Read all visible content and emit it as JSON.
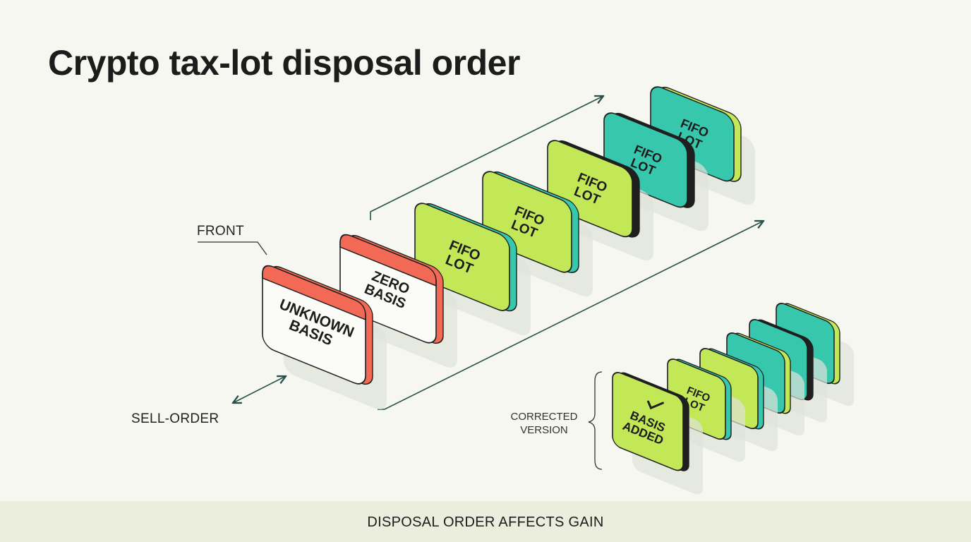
{
  "title": "Crypto tax-lot disposal order",
  "labels": {
    "front": "FRONT",
    "sell_order": "SELL-ORDER",
    "corrected_line1": "CORRECTED",
    "corrected_line2": "VERSION"
  },
  "footer": "DISPOSAL ORDER AFFECTS GAIN",
  "colors": {
    "background": "#f5f7f0",
    "coral": "#f26a55",
    "lime": "#c2e857",
    "teal": "#36c7ad",
    "dark": "#1f1f1f",
    "white_face": "#fbfbf7",
    "arrow": "#27504a"
  },
  "main_stack": [
    {
      "line1": "UNKNOWN",
      "line2": "BASIS",
      "face": "white",
      "edge": "coral"
    },
    {
      "line1": "ZERO",
      "line2": "BASIS",
      "face": "white",
      "edge": "coral"
    },
    {
      "line1": "FIFO",
      "line2": "LOT",
      "face": "lime",
      "edge": "teal"
    },
    {
      "line1": "FIFO",
      "line2": "LOT",
      "face": "lime",
      "edge": "teal"
    },
    {
      "line1": "FIFO",
      "line2": "LOT",
      "face": "lime",
      "edge": "dark"
    },
    {
      "line1": "FIFO",
      "line2": "LOT",
      "face": "teal",
      "edge": "dark"
    },
    {
      "line1": "FIFO",
      "line2": "LOT",
      "face": "teal",
      "edge": "lime"
    }
  ],
  "corrected_stack": [
    {
      "line1": "BASIS",
      "line2": "ADDED",
      "face": "lime",
      "edge": "dark",
      "check": true
    },
    {
      "line1": "FIFO",
      "line2": "LOT",
      "face": "lime",
      "edge": "teal"
    },
    {
      "line1": "",
      "line2": "",
      "face": "lime",
      "edge": "teal"
    },
    {
      "line1": "",
      "line2": "",
      "face": "teal",
      "edge": "lime"
    },
    {
      "line1": "",
      "line2": "",
      "face": "teal",
      "edge": "dark"
    },
    {
      "line1": "",
      "line2": "",
      "face": "teal",
      "edge": "lime"
    }
  ]
}
